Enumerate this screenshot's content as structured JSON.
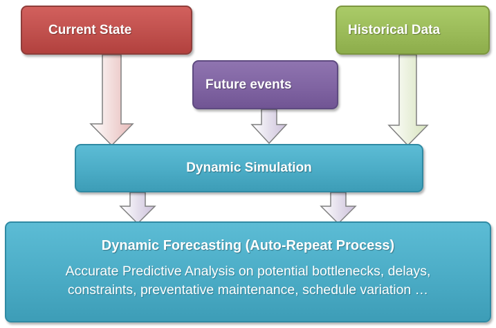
{
  "nodes": {
    "current_state": {
      "label": "Current State",
      "color": "#c0504d"
    },
    "future_events": {
      "label": "Future events",
      "color": "#8064a2"
    },
    "historical_data": {
      "label": "Historical Data",
      "color": "#9bbb59"
    },
    "dynamic_simulation": {
      "label": "Dynamic Simulation",
      "color": "#4bacc6"
    },
    "dynamic_forecasting": {
      "title": "Dynamic Forecasting (Auto-Repeat Process)",
      "body_line1": "Accurate Predictive Analysis on potential bottlenecks, delays,",
      "body_line2": "constraints, preventative maintenance, schedule variation …",
      "color": "#4bacc6"
    }
  },
  "edges": [
    {
      "from": "Current State",
      "to": "Dynamic Simulation"
    },
    {
      "from": "Future events",
      "to": "Dynamic Simulation"
    },
    {
      "from": "Historical Data",
      "to": "Dynamic Simulation"
    },
    {
      "from": "Dynamic Simulation",
      "to": "Dynamic Forecasting (Auto-Repeat Process)"
    },
    {
      "from": "Dynamic Simulation",
      "to": "Dynamic Forecasting (Auto-Repeat Process)"
    }
  ],
  "arrow_colors": {
    "current_state": "#f2dcdb",
    "future_events": "#e4dfec",
    "historical_data": "#ebf1de",
    "dynamic_simulation": "#e4dfec"
  }
}
